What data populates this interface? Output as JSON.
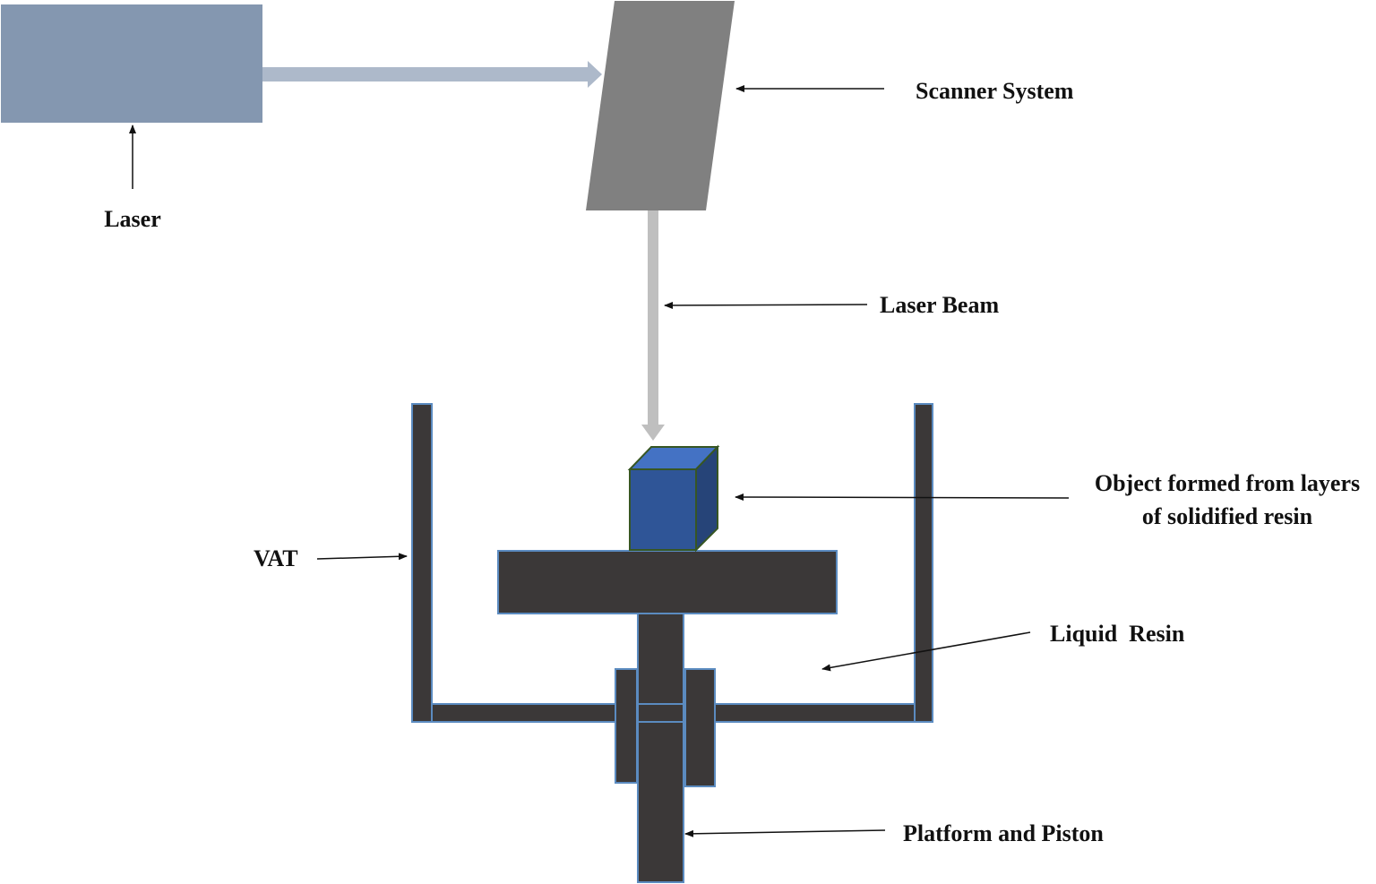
{
  "title": "Stereolithography (SLA) process schematic",
  "labels": {
    "laser": "Laser",
    "scanner": "Scanner System",
    "beam": "Laser Beam",
    "object_line1": "Object formed from layers",
    "object_line2": "of solidified  resin",
    "vat": "VAT",
    "resin": "Liquid  Resin",
    "platform": "Platform and Piston"
  },
  "colors": {
    "laser_box": "#8497b0",
    "laser_arrow": "#adb9ca",
    "scanner": "#808080",
    "beam": "#bfbfbf",
    "cube_front": "#2f5597",
    "cube_top": "#4472c4",
    "cube_side": "#264478",
    "cube_edge": "#375623",
    "dark": "#3b3838",
    "dark_edge": "#5b8bc0",
    "pointer": "#111111"
  }
}
